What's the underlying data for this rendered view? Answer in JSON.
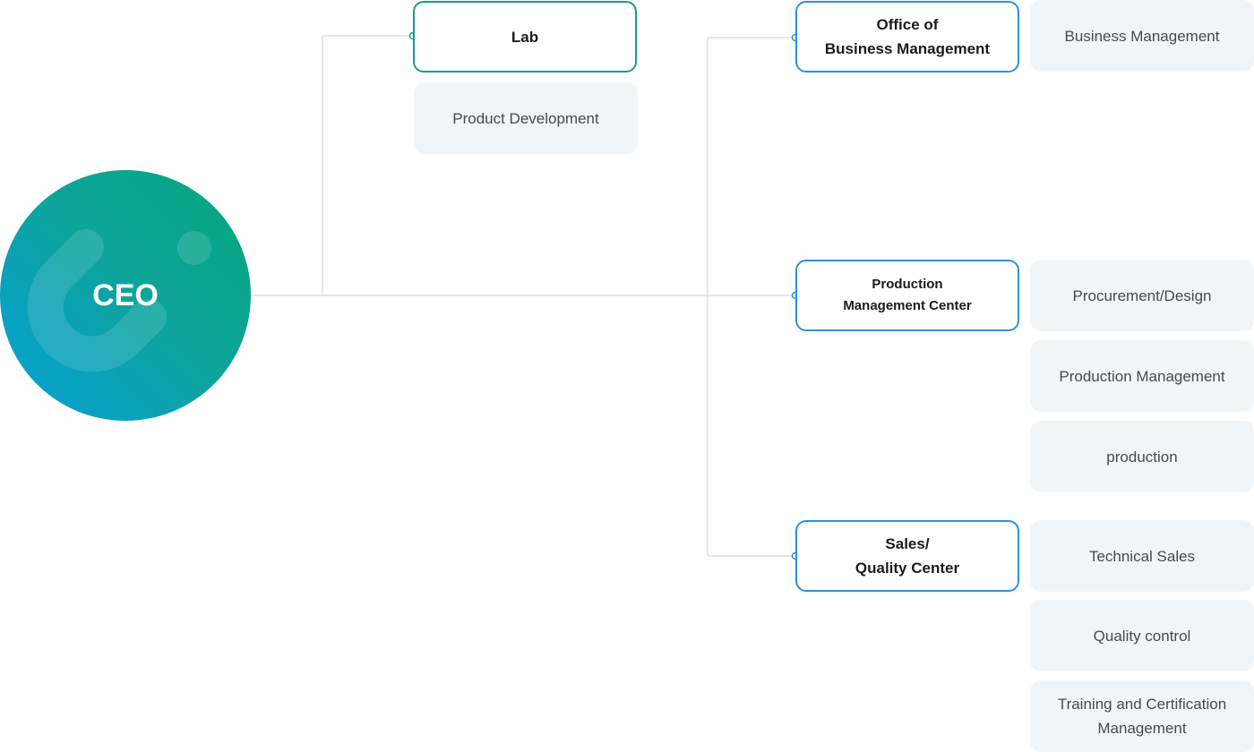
{
  "ceo": {
    "label": "CEO"
  },
  "lab": {
    "title": "Lab",
    "teams": [
      "Product Development"
    ]
  },
  "office": {
    "title": "Office of\nBusiness Management",
    "teams": [
      "Business Management"
    ]
  },
  "production": {
    "title": "Production\nManagement Center",
    "teams": [
      "Procurement/Design",
      "Production Management",
      "production"
    ]
  },
  "sales": {
    "title": "Sales/\nQuality Center",
    "teams": [
      "Technical Sales",
      "Quality control",
      "Training and Certification Management"
    ]
  },
  "colors": {
    "lab_border": "#169e80",
    "center_border": "#2f8fdc",
    "connector": "#cccccc",
    "team_bg": "#f2f5f8",
    "ceo_gradient": [
      "#05a67e",
      "#05a0d8"
    ]
  }
}
